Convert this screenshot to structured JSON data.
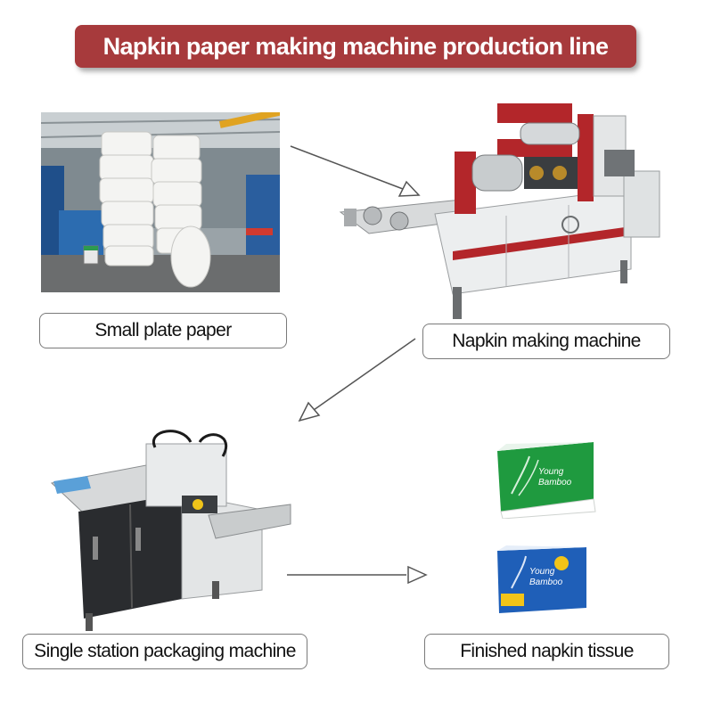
{
  "title": "Napkin paper making machine production line",
  "steps": {
    "small_plate_paper": "Small plate paper",
    "napkin_making_machine": "Napkin making machine",
    "single_station_packaging_machine": "Single station packaging machine",
    "finished_napkin_tissue": "Finished napkin tissue"
  },
  "package_green": {
    "brand_line1": "Young",
    "brand_line2": "Bamboo"
  },
  "package_blue": {
    "brand_line1": "Young",
    "brand_line2": "Bamboo"
  },
  "colors": {
    "banner": "#a73a3c",
    "machine_red": "#b3262a",
    "package_green": "#1f9a3f",
    "package_blue": "#1f5fb8",
    "arrow": "#555555"
  }
}
